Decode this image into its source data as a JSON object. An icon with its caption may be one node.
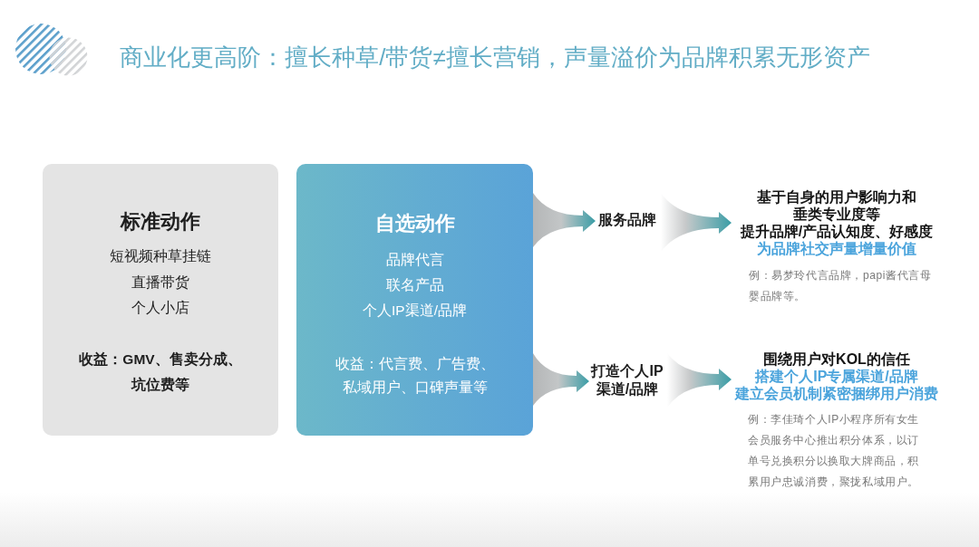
{
  "diagram": {
    "title": "商业化更高阶：擅长种草/带货≠擅长营销，声量溢价为品牌积累无形资产",
    "nodes": [
      {
        "text": [
          "标准动作",
          "短视频种草挂链",
          "直播带货",
          "个人小店",
          "收益：GMV、售卖分成、坑位费等"
        ]
      },
      {
        "text": [
          "自选动作",
          "品牌代言",
          "联名产品",
          "个人IP渠道/品牌",
          "收益：代言费、广告费、私域用户、口碑声量等"
        ]
      },
      {
        "text": [
          "服务品牌"
        ]
      },
      {
        "text": [
          "打造个人IP渠道/品牌"
        ]
      },
      {
        "text": [
          "基于自身的用户影响力和垂类专业度等",
          "提升品牌/产品认知度、好感度",
          "为品牌社交声量增量价值"
        ],
        "beside": [
          "例：易梦玲代言品牌，papi酱代言母婴品牌等。"
        ]
      },
      {
        "text": [
          "围绕用户对KOL的信任",
          "搭建个人IP专属渠道/品牌",
          "建立会员机制紧密捆绑用户消费"
        ],
        "beside": [
          "例：李佳琦个人IP小程序所有女生会员服务中心推出积分体系，以订单号兑换积分以换取大牌商品，积累用户忠诚消费，聚拢私域用户。"
        ]
      }
    ],
    "edges": [
      {
        "from": 1,
        "to": 2,
        "arrow": "to"
      },
      {
        "from": 1,
        "to": 3,
        "arrow": "to"
      },
      {
        "from": 2,
        "to": 4,
        "arrow": "to"
      },
      {
        "from": 3,
        "to": 5,
        "arrow": "to"
      }
    ]
  }
}
